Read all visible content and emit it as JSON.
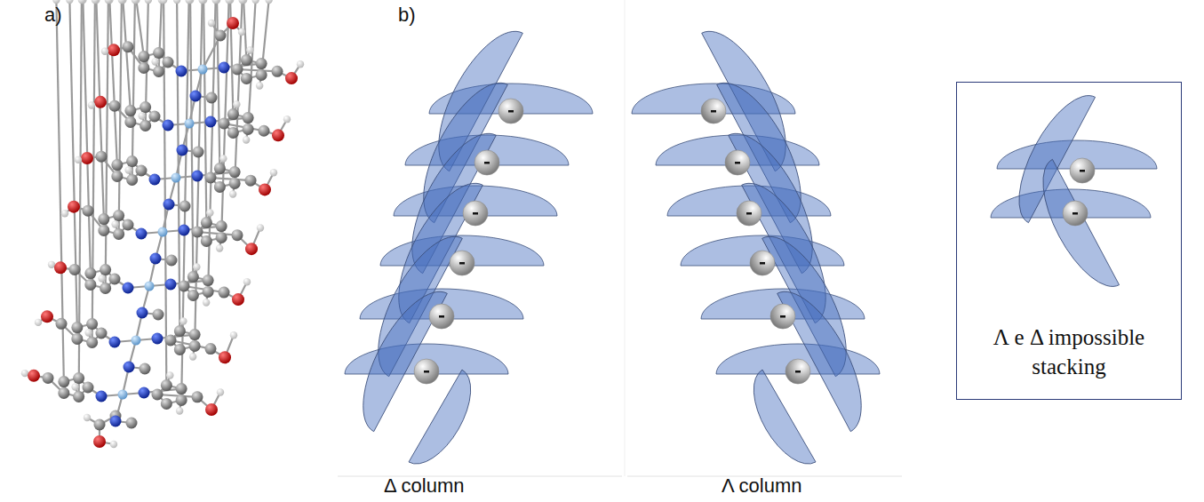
{
  "diagram": {
    "nodes": [
      {
        "text": [
          "Λ e Δ impossible stacking"
        ]
      }
    ],
    "labels": [
      "a)",
      "b)",
      "Δ column",
      "Λ column"
    ]
  }
}
